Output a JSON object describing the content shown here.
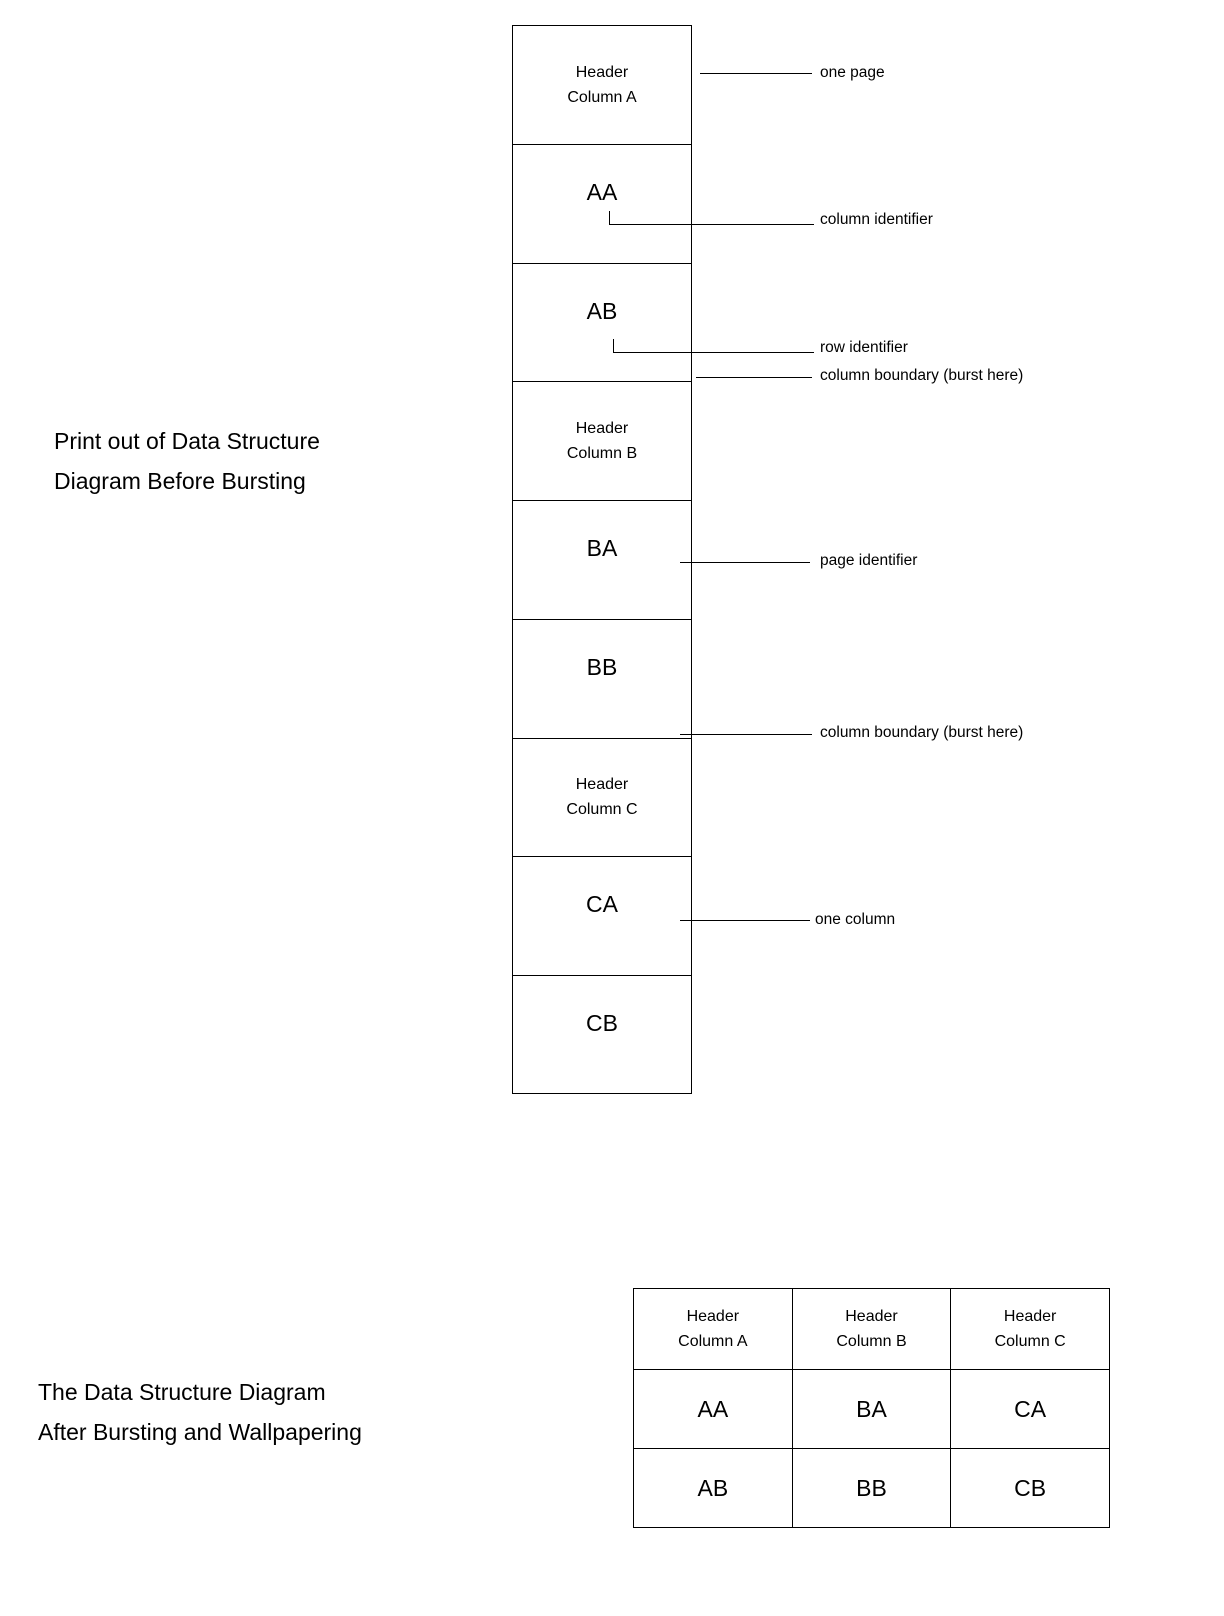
{
  "captions": {
    "before": {
      "line1": "Print out of Data Structure",
      "line2": "Diagram Before Bursting"
    },
    "after": {
      "line1": "The Data Structure Diagram",
      "line2": "After Bursting and Wallpapering"
    }
  },
  "printout": {
    "cells": [
      {
        "type": "header",
        "line1": "Header",
        "line2": "Column A"
      },
      {
        "type": "data",
        "line1": "AA"
      },
      {
        "type": "data",
        "line1": "AB"
      },
      {
        "type": "header",
        "line1": "Header",
        "line2": "Column B"
      },
      {
        "type": "data",
        "line1": "BA"
      },
      {
        "type": "data",
        "line1": "BB"
      },
      {
        "type": "header",
        "line1": "Header",
        "line2": "Column C"
      },
      {
        "type": "data",
        "line1": "CA"
      },
      {
        "type": "data",
        "line1": "CB"
      }
    ]
  },
  "callouts": [
    {
      "id": "one-page",
      "label": "one page"
    },
    {
      "id": "column-identifier",
      "label": "column identifier"
    },
    {
      "id": "row-identifier",
      "label": "row identifier"
    },
    {
      "id": "column-boundary-1",
      "label": "column boundary (burst here)"
    },
    {
      "id": "page-identifier",
      "label": "page identifier"
    },
    {
      "id": "column-boundary-2",
      "label": "column boundary (burst here)"
    },
    {
      "id": "one-column",
      "label": "one column"
    }
  ],
  "burst_table": {
    "headers": [
      {
        "line1": "Header",
        "line2": "Column A"
      },
      {
        "line1": "Header",
        "line2": "Column B"
      },
      {
        "line1": "Header",
        "line2": "Column C"
      }
    ],
    "rows": [
      [
        "AA",
        "BA",
        "CA"
      ],
      [
        "AB",
        "BB",
        "CB"
      ]
    ]
  },
  "colors": {
    "stroke": "#000000",
    "background": "#ffffff",
    "text": "#000000"
  }
}
